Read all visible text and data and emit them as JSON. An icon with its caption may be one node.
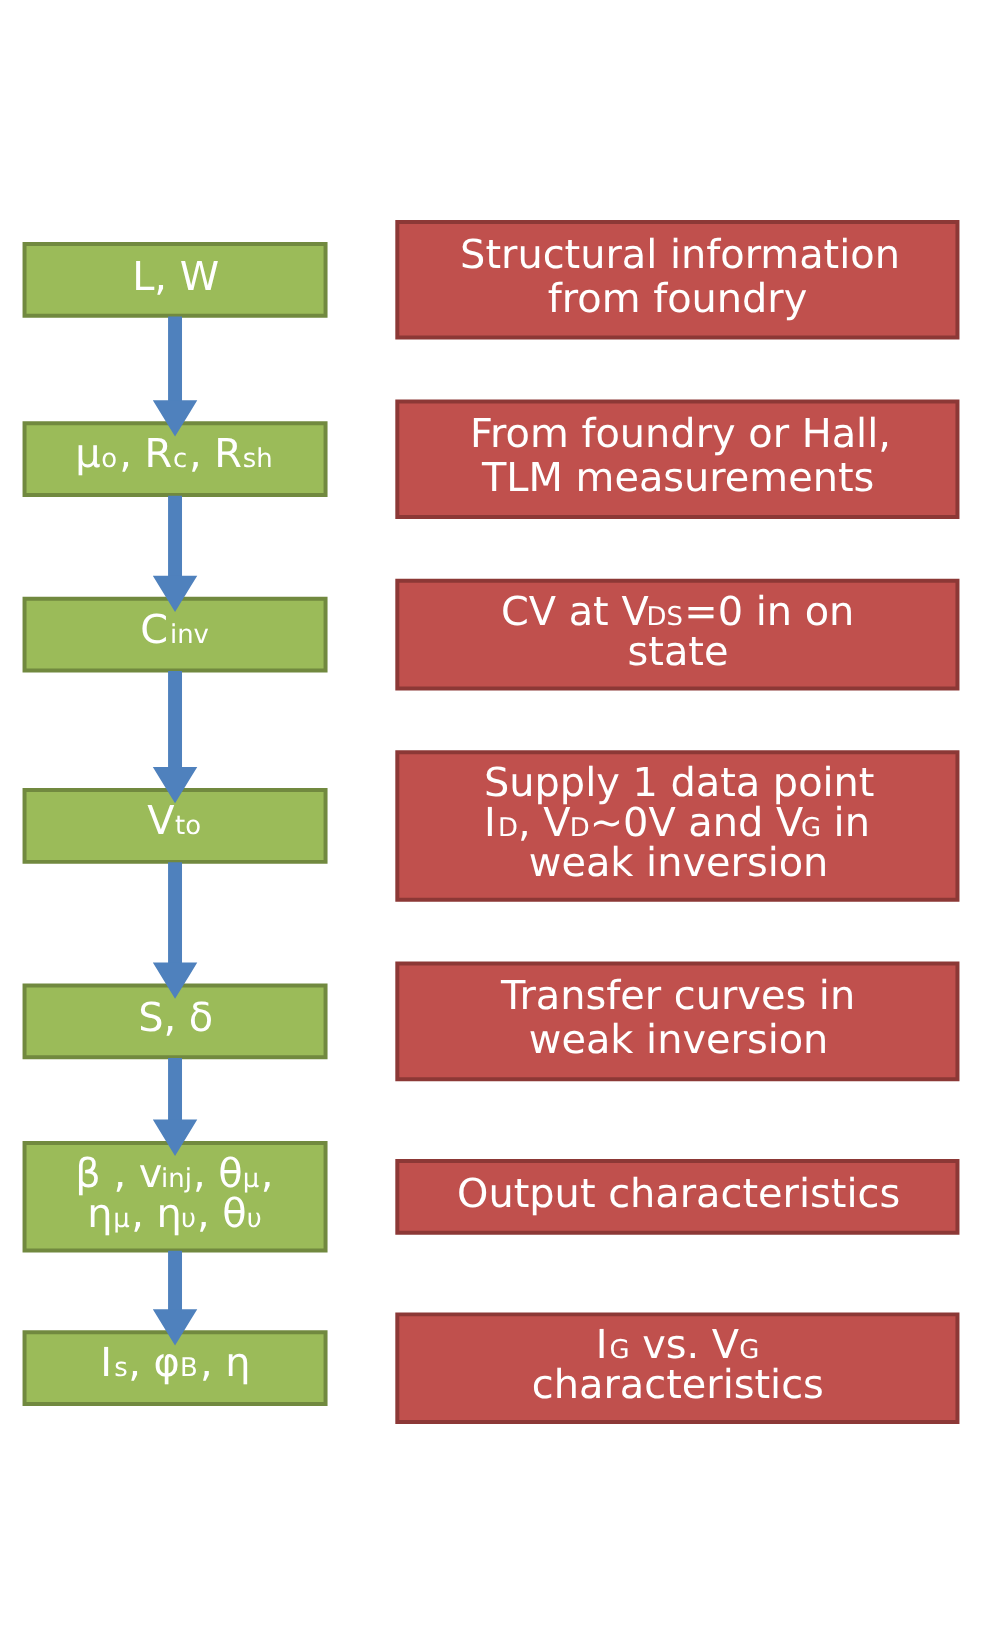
{
  "diagram": {
    "nodes": [
      {
        "text": [
          "L, W"
        ]
      },
      {
        "text": [
          "Structural information from foundry"
        ]
      },
      {
        "text": [
          "μ$_{o}$, R$_{c}$, R$_{sh}$"
        ]
      },
      {
        "text": [
          "From foundry or Hall, TLM measurements"
        ]
      },
      {
        "text": [
          "C$_{inv}$"
        ]
      },
      {
        "text": [
          "CV at V$_{DS}$=0 in on state"
        ]
      },
      {
        "text": [
          "V$_{to}$"
        ]
      },
      {
        "text": [
          "Supply 1 data point I$_{D}$, V$_{D}$~0V and V$_{G}$ in weak inversion"
        ]
      },
      {
        "text": [
          "S, δ"
        ]
      },
      {
        "text": [
          "Transfer curves in weak inversion"
        ]
      },
      {
        "text": [
          "β , v$_{inj}$, θ$_{μ}$, η$_{μ}$, η$_{υ}$, θ$_{υ}$"
        ]
      },
      {
        "text": [
          "Output characteristics"
        ]
      },
      {
        "text": [
          "I$_{s}$, φ$_{B}$, η"
        ]
      },
      {
        "text": [
          "I$_{G}$ vs. V$_{G}$ characteristics"
        ]
      }
    ],
    "edges": [
      {
        "from": 0,
        "to": 2,
        "arrow": "to"
      },
      {
        "from": 2,
        "to": 4,
        "arrow": "to"
      },
      {
        "from": 4,
        "to": 6,
        "arrow": "to"
      },
      {
        "from": 6,
        "to": 8,
        "arrow": "to"
      },
      {
        "from": 8,
        "to": 10,
        "arrow": "to"
      },
      {
        "from": 10,
        "to": 12,
        "arrow": "to"
      }
    ]
  }
}
